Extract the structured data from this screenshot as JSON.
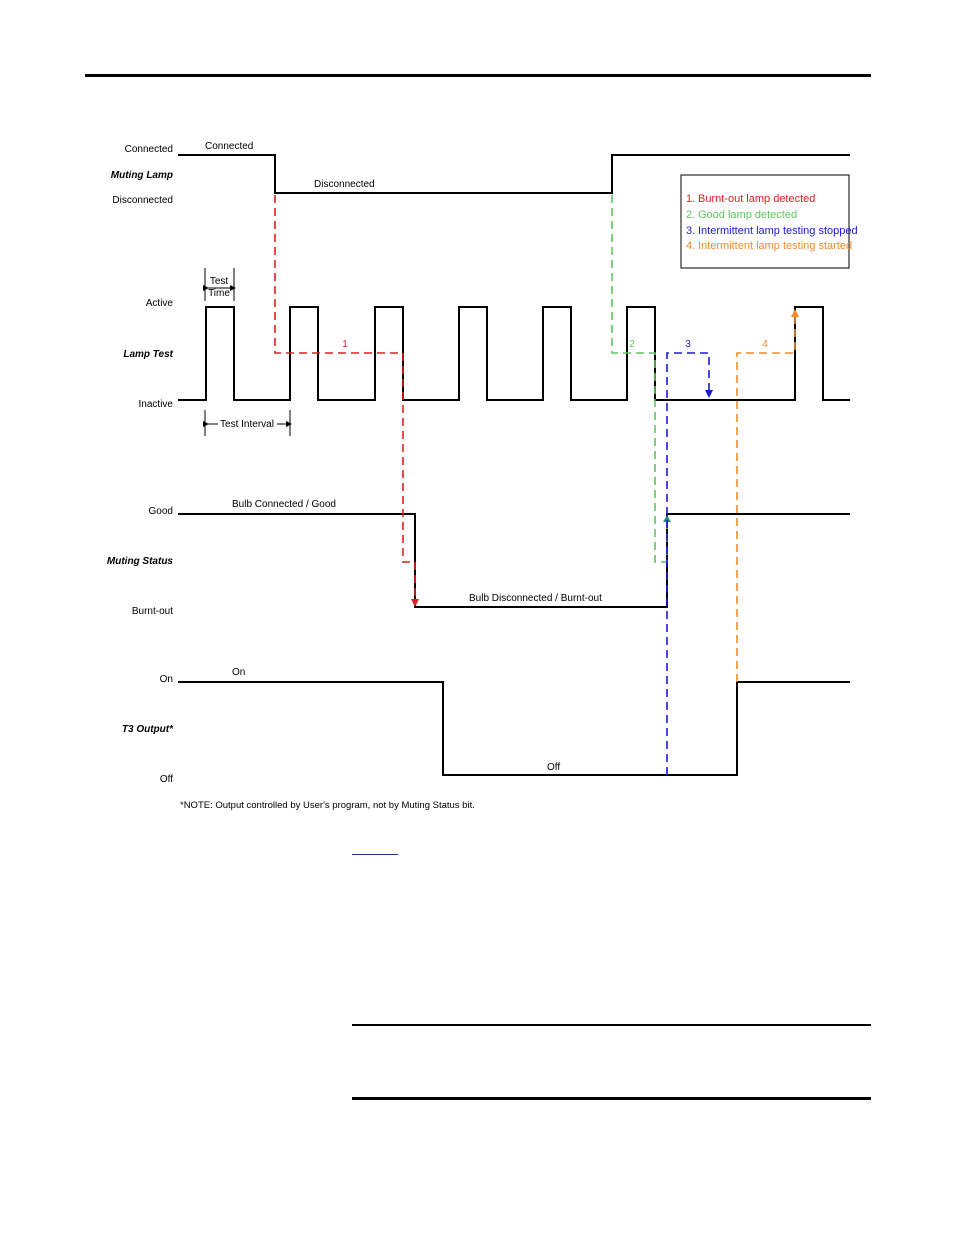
{
  "signals": {
    "muting_lamp": {
      "title": "Muting Lamp",
      "high": "Connected",
      "low": "Disconnected"
    },
    "lamp_test": {
      "title": "Lamp Test",
      "high": "Active",
      "low": "Inactive"
    },
    "muting_status": {
      "title": "Muting Status",
      "high": "Good",
      "low": "Burnt-out"
    },
    "t3_output": {
      "title": "T3 Output*",
      "high": "On",
      "low": "Off"
    }
  },
  "annotations": {
    "connected": "Connected",
    "disconnected": "Disconnected",
    "test_time_1": "Test",
    "test_time_2": "Time",
    "test_interval": "Test Interval",
    "bulb_good": "Bulb Connected / Good",
    "bulb_burnt": "Bulb Disconnected / Burnt-out",
    "on": "On",
    "off": "Off"
  },
  "path_numbers": {
    "p1": "1",
    "p2": "2",
    "p3": "3",
    "p4": "4"
  },
  "legend": {
    "items": [
      {
        "num": "1.",
        "text": "Burnt-out lamp detected",
        "color": "#e02020"
      },
      {
        "num": "2.",
        "text": "Good lamp detected",
        "color": "#5ec45e"
      },
      {
        "num": "3.",
        "text": "Intermittent lamp testing stopped",
        "color": "#1a1ad6"
      },
      {
        "num": "4.",
        "text": "Intermittent lamp testing started",
        "color": "#f08a2a"
      }
    ]
  },
  "note": "*NOTE:  Output controlled by User's program, not by Muting Status bit.",
  "colors": {
    "red": "#e02020",
    "green": "#5ec45e",
    "blue": "#1a1ad6",
    "orange": "#f08a2a",
    "teal": "#2a8a7a"
  }
}
